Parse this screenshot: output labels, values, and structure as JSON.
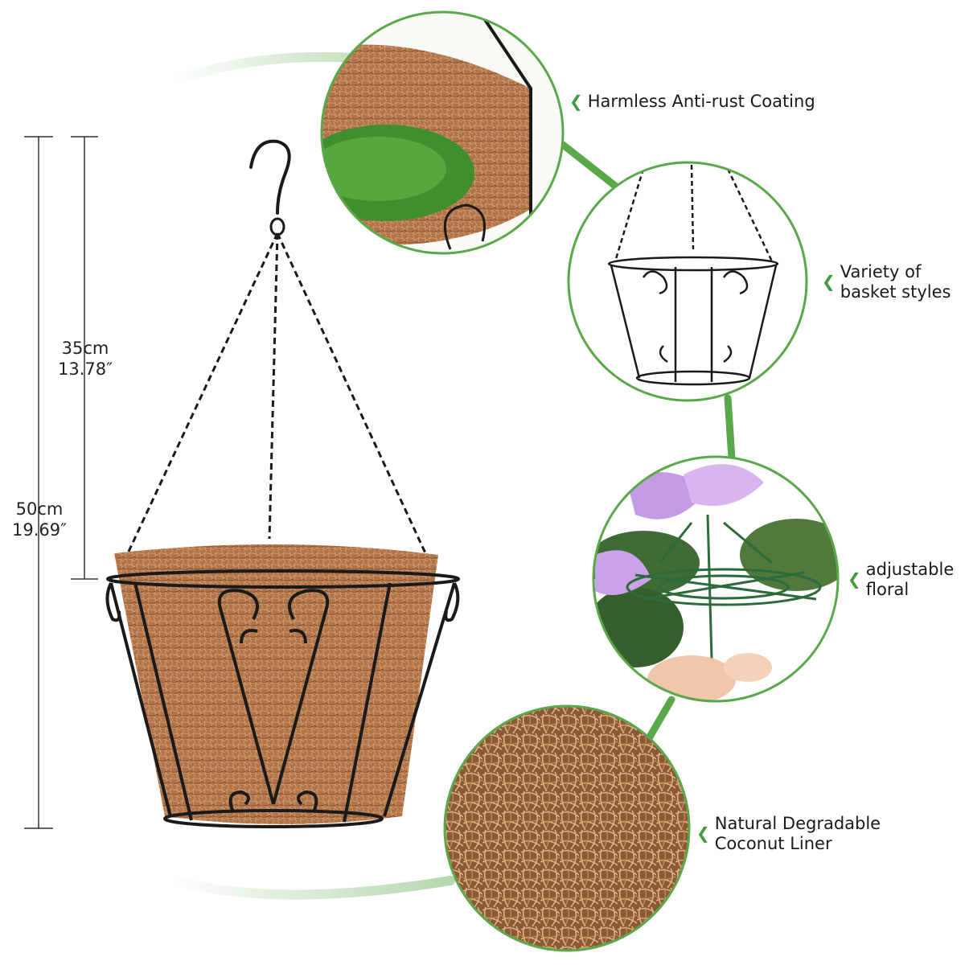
{
  "dimensions": {
    "chain_height": {
      "metric": "35cm",
      "imperial": "13.78″"
    },
    "total_height": {
      "metric": "50cm",
      "imperial": "19.69″"
    }
  },
  "features": [
    {
      "icon": "chevron-left-icon",
      "lines": [
        "Harmless Anti-rust Coating"
      ]
    },
    {
      "icon": "chevron-left-icon",
      "lines": [
        "Variety of",
        "basket styles"
      ]
    },
    {
      "icon": "chevron-left-icon",
      "lines": [
        "adjustable",
        "floral"
      ]
    },
    {
      "icon": "chevron-left-icon",
      "lines": [
        "Natural Degradable",
        "Coconut Liner"
      ]
    }
  ],
  "colors": {
    "accent_green": "#5aa84a",
    "coir_brown": "#b0744a",
    "wire_black": "#1a1a1a"
  }
}
